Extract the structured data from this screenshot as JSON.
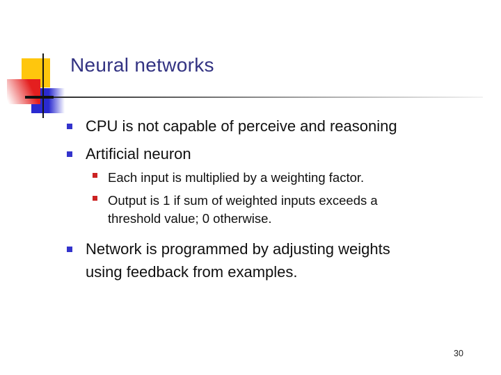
{
  "slide_title": "Neural networks",
  "page_number": "30",
  "bullets": {
    "b1": {
      "level": 1,
      "lines": [
        "CPU is not capable of perceive and reasoning"
      ]
    },
    "b2": {
      "level": 1,
      "lines": [
        "Artificial neuron"
      ]
    },
    "s1": {
      "level": 2,
      "lines": [
        "Each input is multiplied by a weighting factor."
      ]
    },
    "s2": {
      "level": 2,
      "lines": [
        "Output is 1 if sum of weighted inputs exceeds a",
        "threshold value; 0 otherwise."
      ]
    },
    "b3": {
      "level": 1,
      "lines": [
        "Network is programmed by adjusting weights",
        "using feedback from examples."
      ]
    }
  },
  "icons": {
    "bullet_level1": "blue-square-bullet",
    "bullet_level2": "red-square-bullet"
  },
  "colors": {
    "title_text": "#333382",
    "body_text": "#101010",
    "bullet_level1": "#3333cc",
    "bullet_level2": "#cc2222",
    "accent_yellow": "#ffc60d",
    "accent_red": "#e41f1f",
    "accent_blue": "#2a2ad0",
    "divider_dark": "#1f1f1f",
    "divider_light": "#f2f2f2"
  }
}
